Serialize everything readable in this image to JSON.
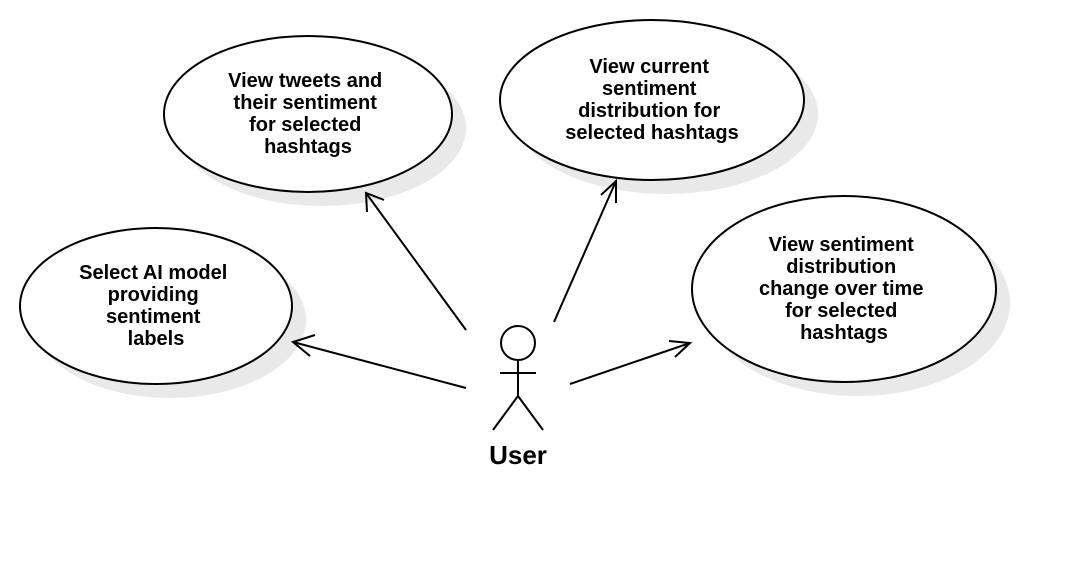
{
  "actor": {
    "name": "User"
  },
  "use_cases": [
    {
      "id": "view-tweets",
      "lines": [
        "View tweets and",
        "their sentiment",
        "for selected",
        "hashtags"
      ]
    },
    {
      "id": "view-current-distribution",
      "lines": [
        "View current",
        "sentiment",
        "distribution for",
        "selected hashtags"
      ]
    },
    {
      "id": "select-ai-model",
      "lines": [
        "Select AI model",
        "providing",
        "sentiment",
        "labels"
      ]
    },
    {
      "id": "view-distribution-change",
      "lines": [
        "View sentiment",
        "distribution",
        "change over time",
        "for selected",
        "hashtags"
      ]
    }
  ]
}
